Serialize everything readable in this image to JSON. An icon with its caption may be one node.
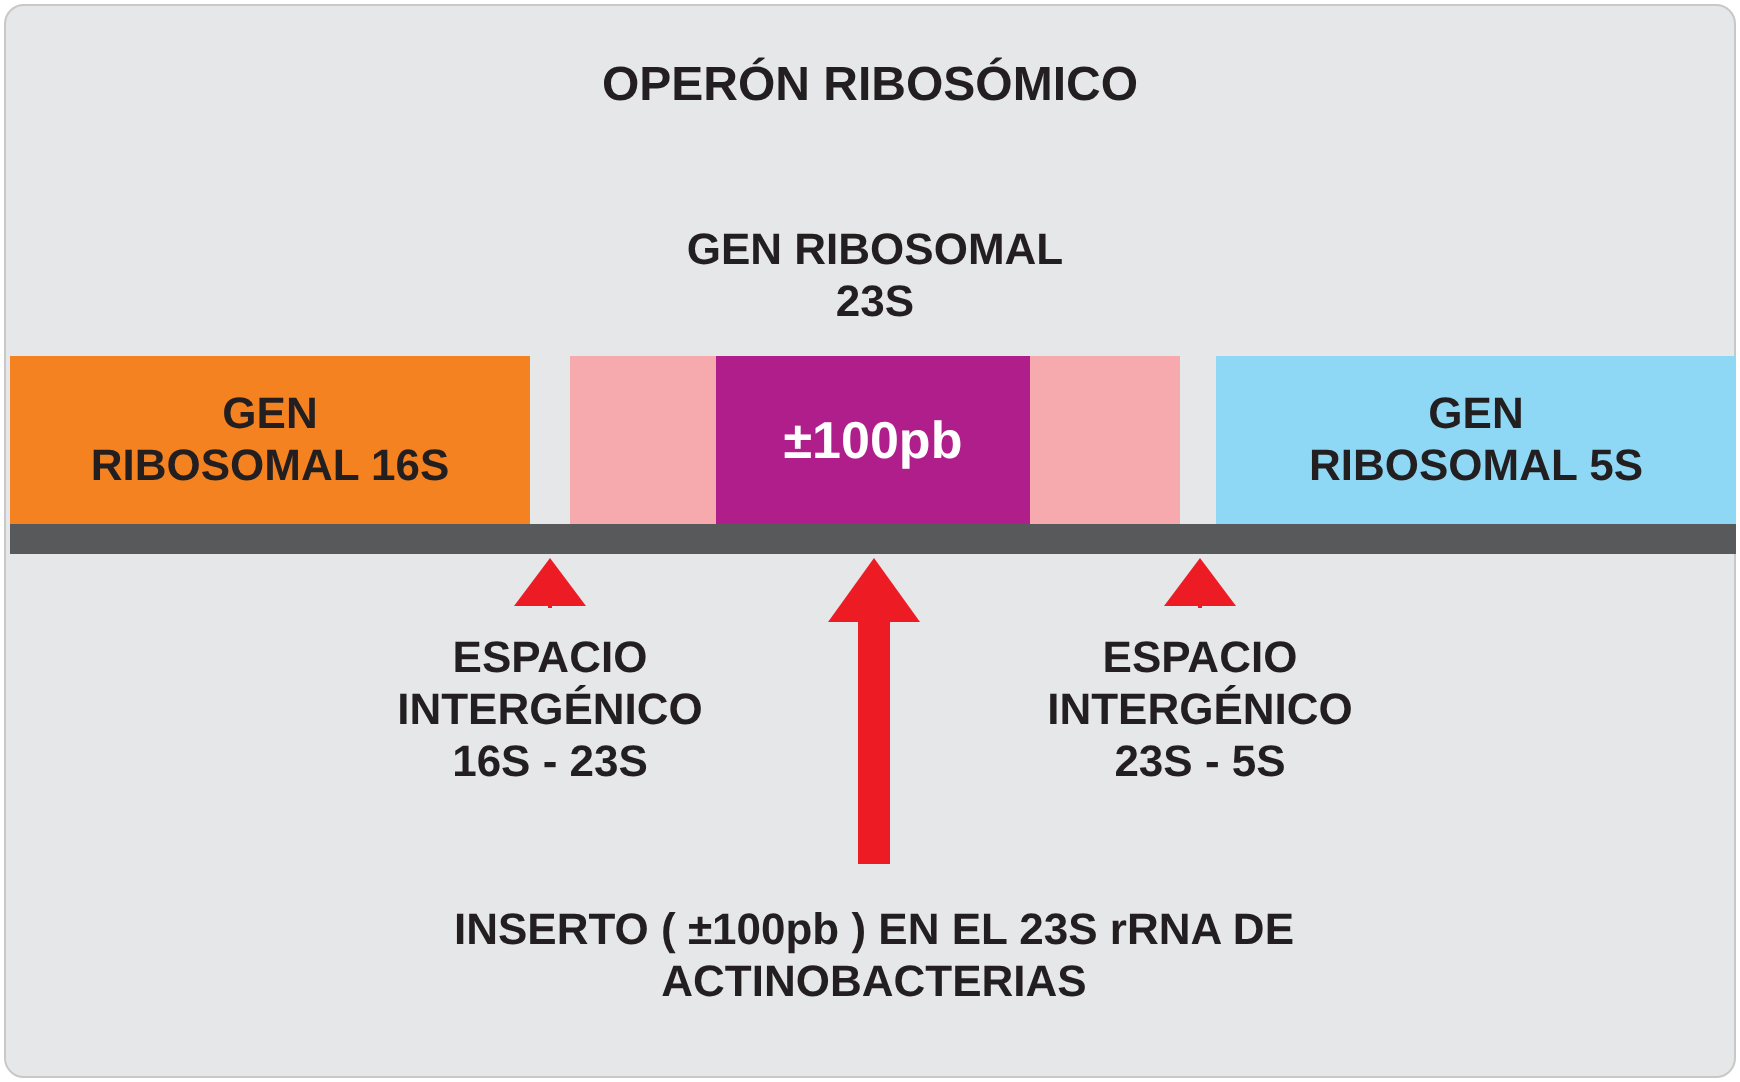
{
  "diagram": {
    "title": "OPERÓN RIBOSÓMICO",
    "nodes": [
      {
        "text": [
          "GEN RIBOSOMAL 16S"
        ]
      },
      {
        "text": [
          "GEN RIBOSOMAL 23S"
        ]
      },
      {
        "text": [
          "±100pb"
        ],
        "in": 1
      },
      {
        "text": [
          "GEN RIBOSOMAL 5S"
        ]
      },
      {
        "text": [],
        "shape": "bar"
      },
      {
        "text": [
          "ESPACIO INTERGÉNICO 16S - 23S"
        ]
      },
      {
        "text": [
          "ESPACIO INTERGÉNICO 23S - 5S"
        ]
      },
      {
        "text": [
          "INSERTO ( ±100pb ) EN EL 23S rRNA DE ACTINOBACTERIAS"
        ]
      }
    ],
    "edges": [
      {
        "from": 5,
        "to": 4,
        "arrow": "to"
      },
      {
        "from": 6,
        "to": 4,
        "arrow": "to"
      },
      {
        "from": 7,
        "to": 2,
        "arrow": "to",
        "style": "thick"
      }
    ]
  }
}
